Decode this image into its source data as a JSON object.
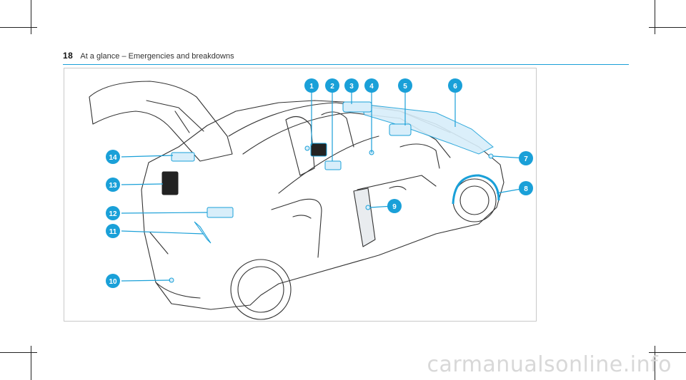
{
  "header": {
    "page_number": "18",
    "section_title": "At a glance – Emergencies and breakdowns"
  },
  "figure": {
    "callouts": [
      {
        "number": "1"
      },
      {
        "number": "2"
      },
      {
        "number": "3"
      },
      {
        "number": "4"
      },
      {
        "number": "5"
      },
      {
        "number": "6"
      },
      {
        "number": "7"
      },
      {
        "number": "8"
      },
      {
        "number": "9"
      },
      {
        "number": "10"
      },
      {
        "number": "11"
      },
      {
        "number": "12"
      },
      {
        "number": "13"
      },
      {
        "number": "14"
      }
    ],
    "accent_color": "#1aa0d8"
  },
  "watermark": "carmanualsonline.info"
}
